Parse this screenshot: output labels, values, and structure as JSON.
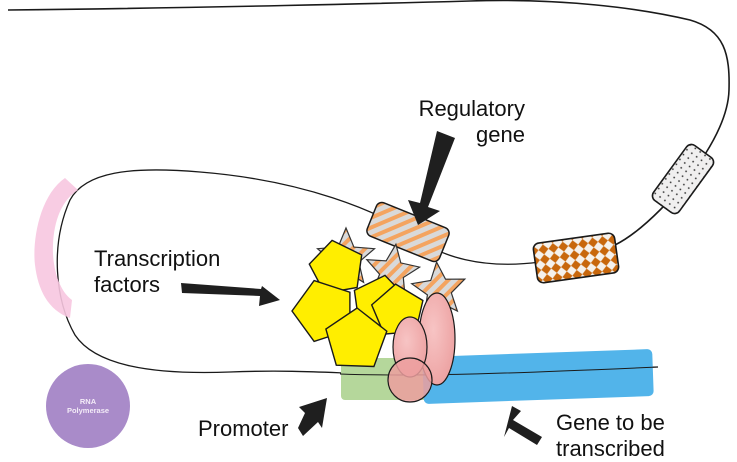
{
  "labels": {
    "regulatory_gene_line1": "Regulatory",
    "regulatory_gene_line2": "gene",
    "transcription_factors_line1": "Transcription",
    "transcription_factors_line2": "factors",
    "promoter": "Promoter",
    "gene_to_be_transcribed_line1": "Gene to be",
    "gene_to_be_transcribed_line2": "transcribed",
    "rna_polymerase_line1": "RNA",
    "rna_polymerase_line2": "Polymerase"
  },
  "colors": {
    "dna_strand": "#1a1a1a",
    "arrow": "#1f1f1f",
    "transcription_factor_fill": "#ffee00",
    "star_stripe": "#f4a460",
    "star_base": "#d9d9d9",
    "regulatory_gene_stripe": "#f4a460",
    "promoter_fill": "#b5d79b",
    "gene_fill": "#52b4ea",
    "mediator_fill": "#f2b3b3",
    "rna_polymerase_fill": "#a98bc9",
    "looping_protein_fill": "#f7c6e0",
    "checker_fill": "#c8670c",
    "dotted_gene_fill": "#f0efef"
  }
}
